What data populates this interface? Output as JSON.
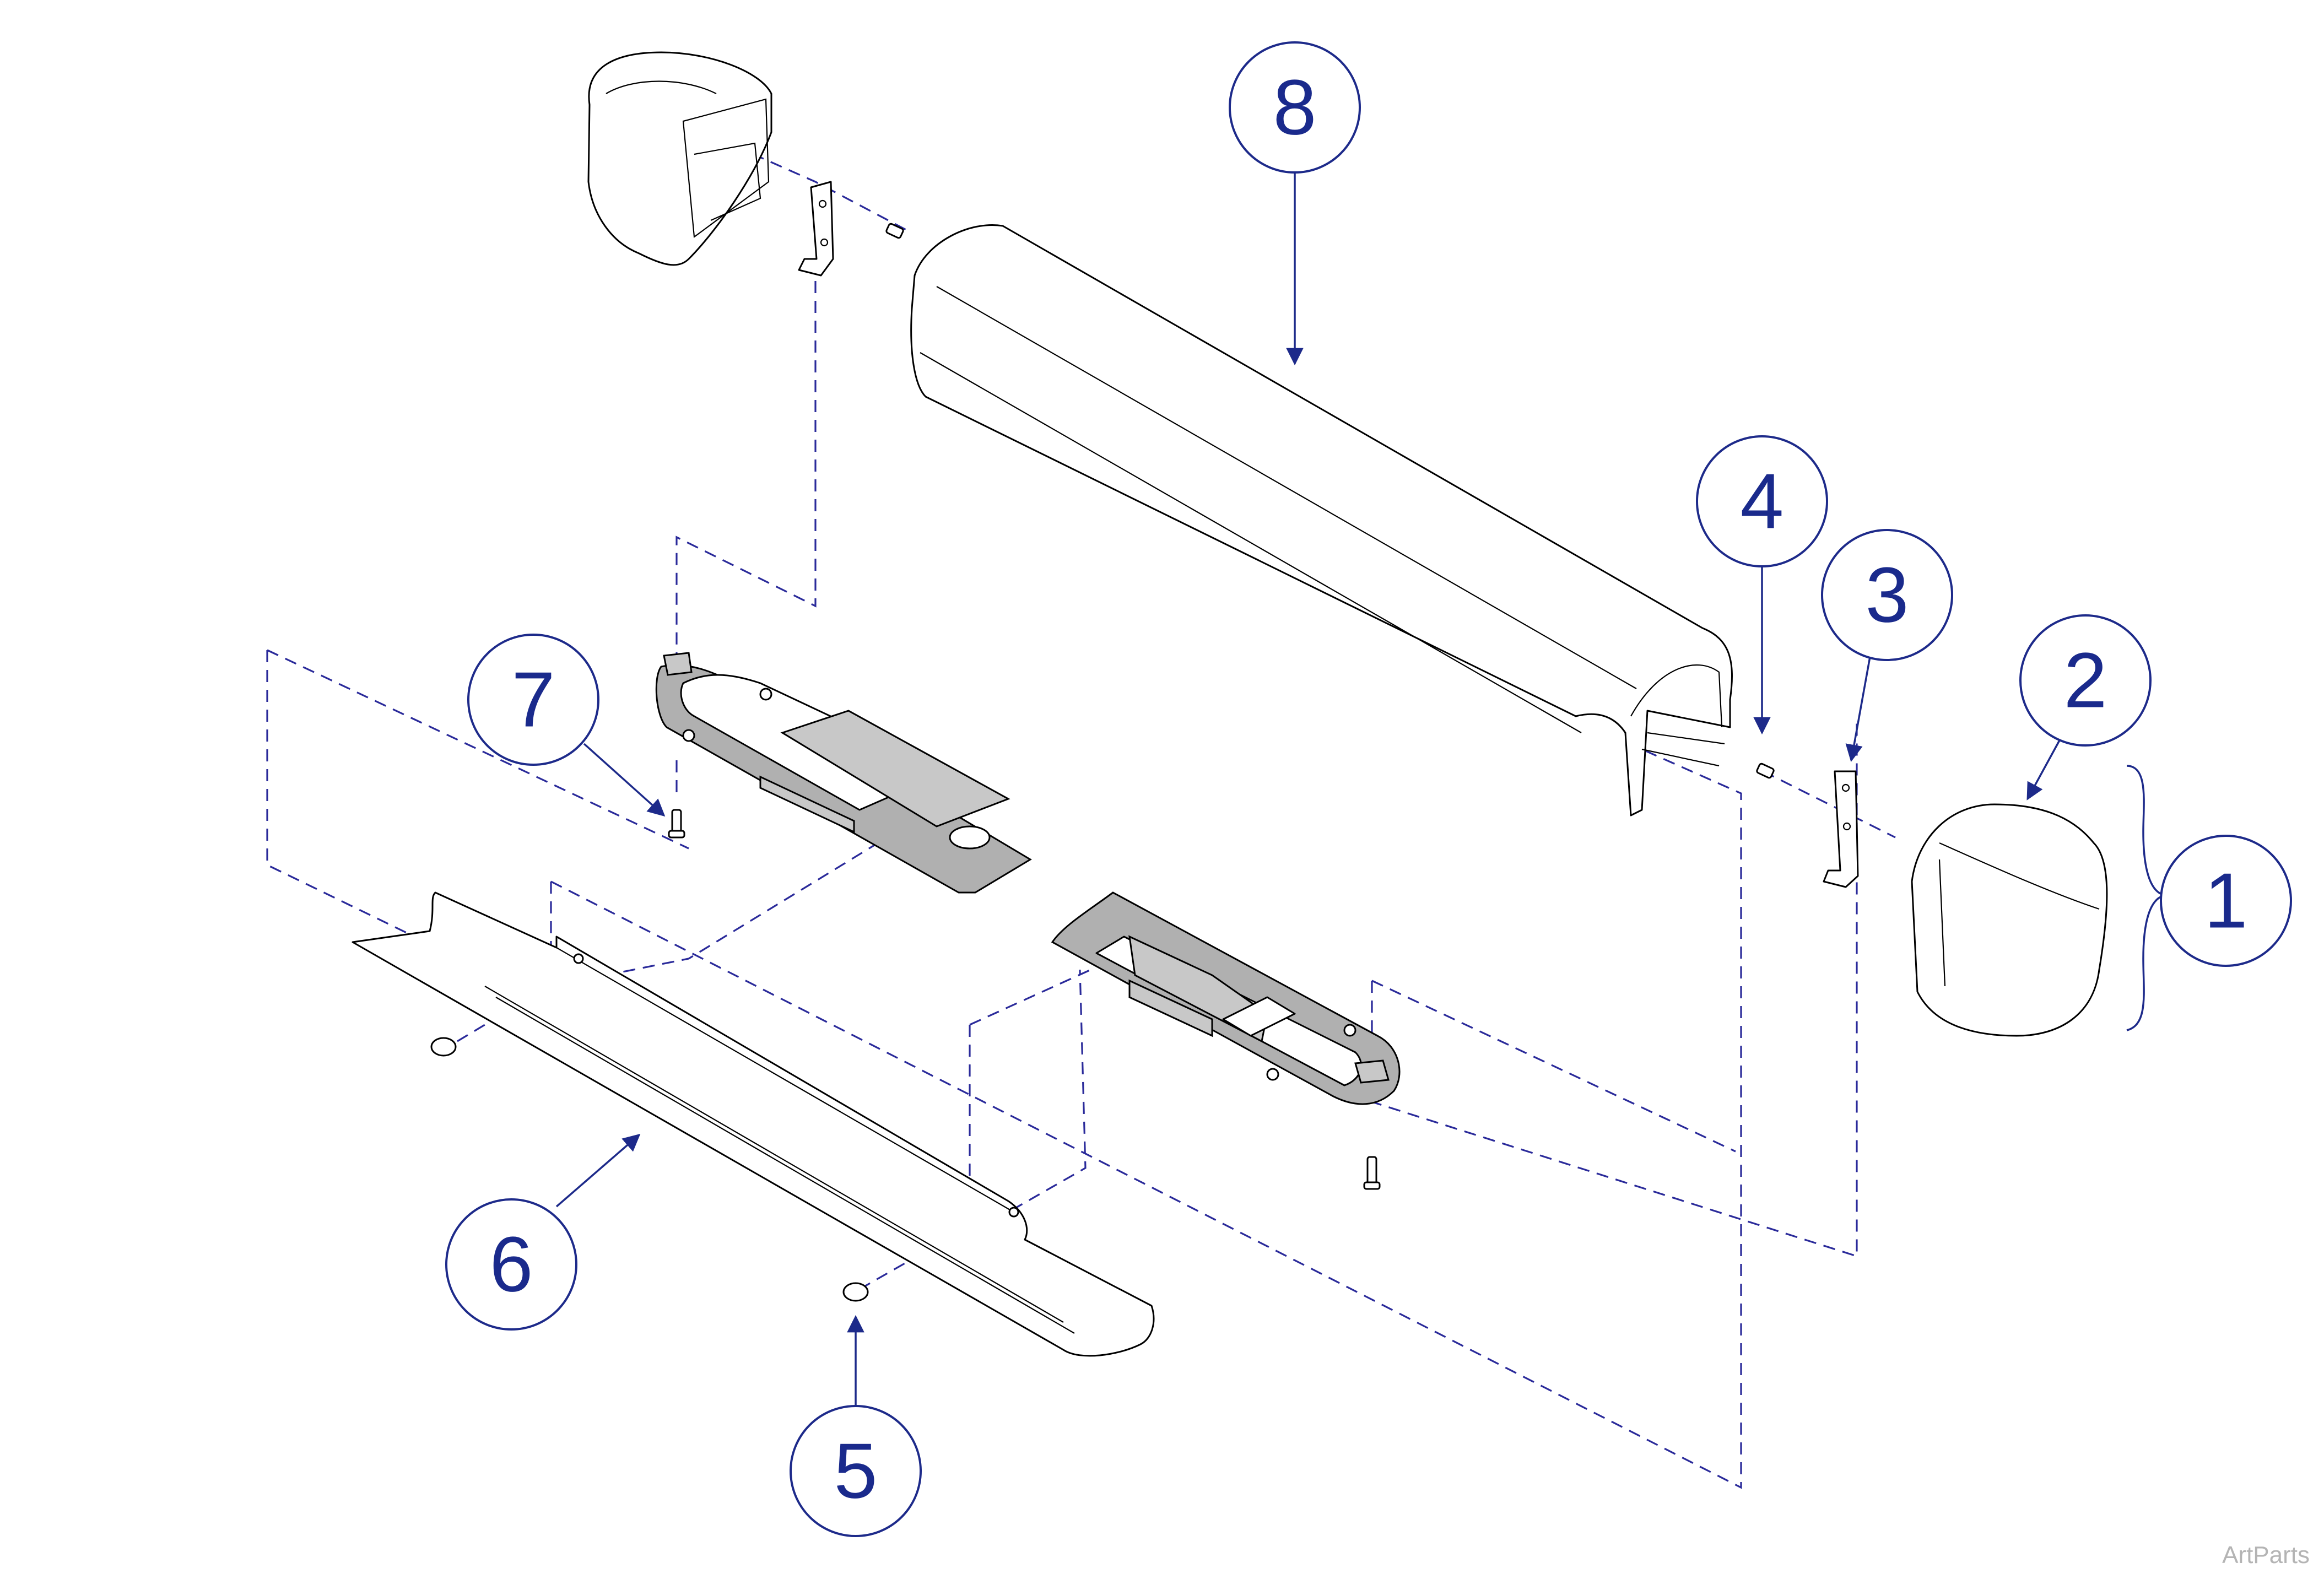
{
  "callouts": [
    {
      "id": "1",
      "label": "1"
    },
    {
      "id": "2",
      "label": "2"
    },
    {
      "id": "3",
      "label": "3"
    },
    {
      "id": "4",
      "label": "4"
    },
    {
      "id": "5",
      "label": "5"
    },
    {
      "id": "6",
      "label": "6"
    },
    {
      "id": "7",
      "label": "7"
    },
    {
      "id": "8",
      "label": "8"
    }
  ],
  "watermark": "ArtParts",
  "colors": {
    "callout": "#1d2a8a",
    "dash_line": "#2a2a9a",
    "part_outline": "#000000"
  }
}
